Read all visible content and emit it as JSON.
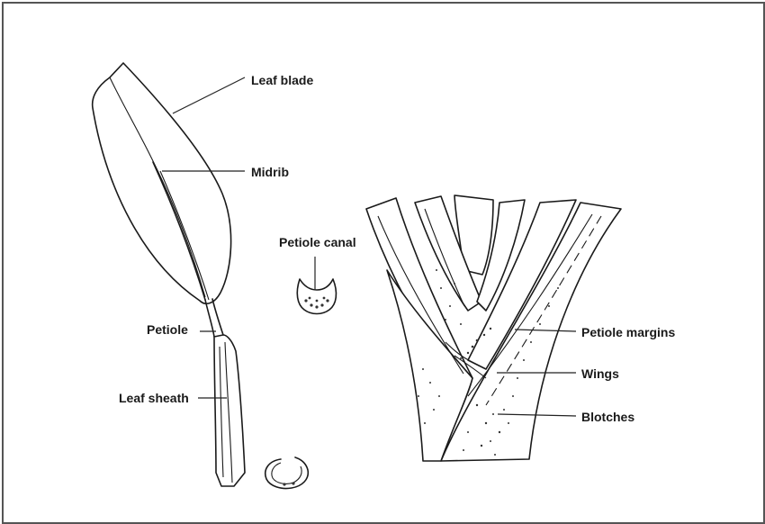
{
  "labels": {
    "leaf_blade": "Leaf blade",
    "midrib": "Midrib",
    "petiole_canal": "Petiole canal",
    "petiole": "Petiole",
    "leaf_sheath": "Leaf sheath",
    "petiole_margins": "Petiole margins",
    "wings": "Wings",
    "blotches": "Blotches"
  },
  "colors": {
    "ink": "#1a1a1a",
    "frame": "#555555",
    "background": "#ffffff"
  }
}
